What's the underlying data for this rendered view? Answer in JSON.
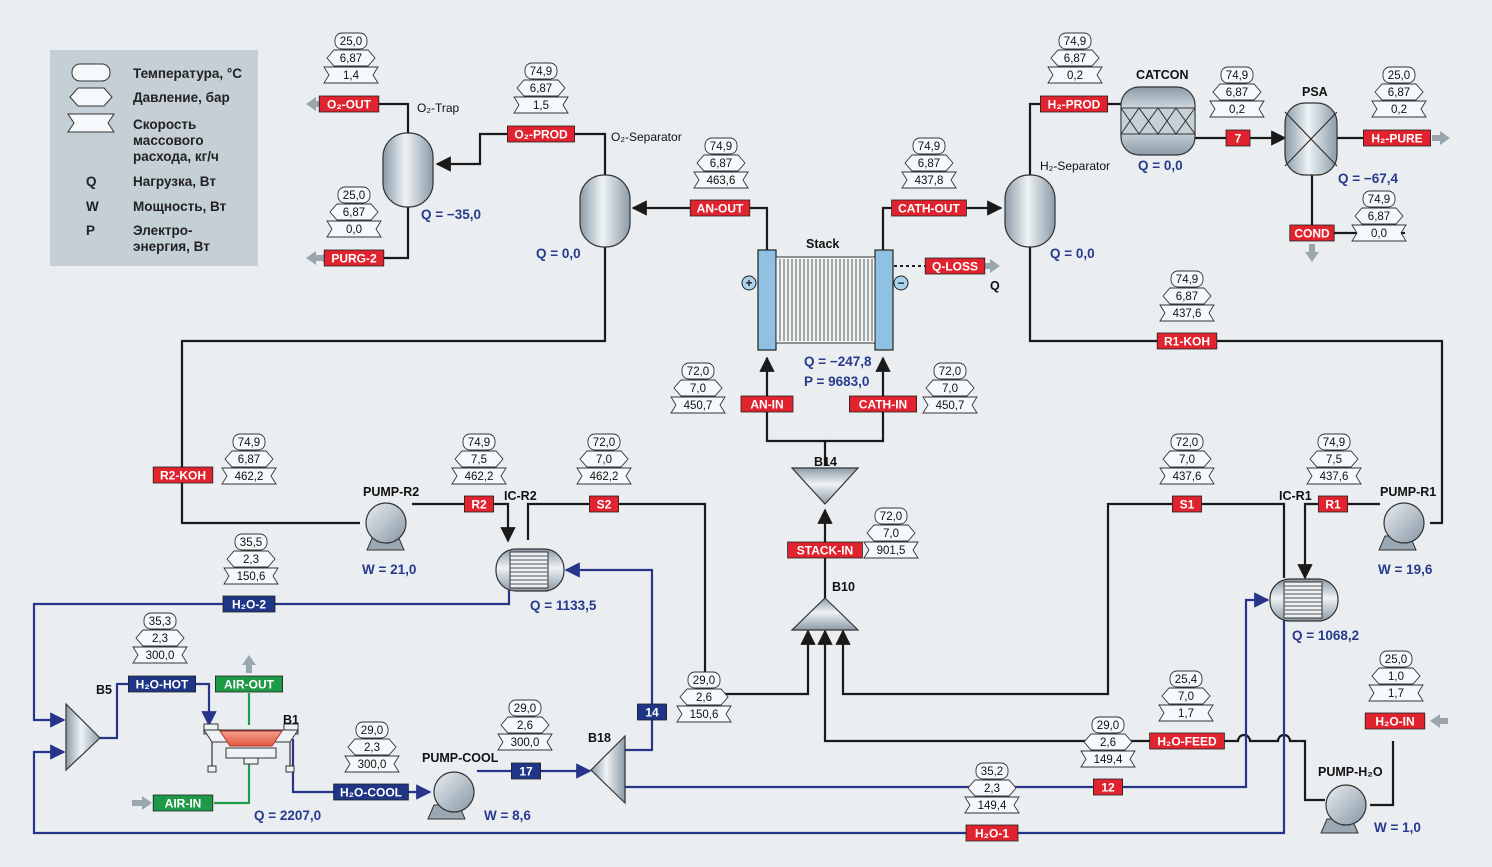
{
  "legend": {
    "temperature": "Температура, °C",
    "pressure": "Давление, бар",
    "flow": [
      "Скорость",
      "массового",
      "расхода, кг/ч"
    ],
    "q_key": "Q",
    "q_desc": "Нагрузка, Вт",
    "w_key": "W",
    "w_desc": "Мощность, Вт",
    "p_key": "P",
    "p_desc": [
      "Электро-",
      "энергия, Вт"
    ]
  },
  "streams": {
    "o2_out": {
      "label": "O₂-OUT",
      "t": "25,0",
      "p": "6,87",
      "f": "1,4"
    },
    "purg2": {
      "label": "PURG-2",
      "t": "25,0",
      "p": "6,87",
      "f": "0,0"
    },
    "o2_prod": {
      "label": "O₂-PROD",
      "t": "74,9",
      "p": "6,87",
      "f": "1,5"
    },
    "an_out": {
      "label": "AN-OUT",
      "t": "74,9",
      "p": "6,87",
      "f": "463,6"
    },
    "cath_out": {
      "label": "CATH-OUT",
      "t": "74,9",
      "p": "6,87",
      "f": "437,8"
    },
    "h2_prod": {
      "label": "H₂-PROD",
      "t": "74,9",
      "p": "6,87",
      "f": "0,2"
    },
    "s7": {
      "label": "7",
      "t": "74,9",
      "p": "6,87",
      "f": "0,2"
    },
    "h2_pure": {
      "label": "H₂-PURE",
      "t": "25,0",
      "p": "6,87",
      "f": "0,2"
    },
    "cond": {
      "label": "COND",
      "t": "74,9",
      "p": "6,87",
      "f": "0,0"
    },
    "q_loss": {
      "label": "Q-LOSS"
    },
    "r1_koh": {
      "label": "R1-KOH",
      "t": "74,9",
      "p": "6,87",
      "f": "437,6"
    },
    "an_in": {
      "label": "AN-IN",
      "t": "72,0",
      "p": "7,0",
      "f": "450,7"
    },
    "cath_in": {
      "label": "CATH-IN",
      "t": "72,0",
      "p": "7,0",
      "f": "450,7"
    },
    "r2_koh": {
      "label": "R2-KOH",
      "t": "74,9",
      "p": "6,87",
      "f": "462,2"
    },
    "r2": {
      "label": "R2",
      "t": "74,9",
      "p": "7,5",
      "f": "462,2"
    },
    "s2": {
      "label": "S2",
      "t": "72,0",
      "p": "7,0",
      "f": "462,2"
    },
    "s1": {
      "label": "S1",
      "t": "72,0",
      "p": "7,0",
      "f": "437,6"
    },
    "r1": {
      "label": "R1",
      "t": "74,9",
      "p": "7,5",
      "f": "437,6"
    },
    "stack_in": {
      "label": "STACK-IN",
      "t": "72,0",
      "p": "7,0",
      "f": "901,5"
    },
    "h2o_2": {
      "label": "H₂O-2",
      "t": "35,5",
      "p": "2,3",
      "f": "150,6"
    },
    "h2o_hot": {
      "label": "H₂O-HOT",
      "t": "35,3",
      "p": "2,3",
      "f": "300,0"
    },
    "air_out": {
      "label": "AIR-OUT"
    },
    "air_in": {
      "label": "AIR-IN"
    },
    "h2o_cool": {
      "label": "H₂O-COOL",
      "t": "29,0",
      "p": "2,3",
      "f": "300,0"
    },
    "s17": {
      "label": "17",
      "t": "29,0",
      "p": "2,6",
      "f": "300,0"
    },
    "s14": {
      "label": "14",
      "t": "29,0",
      "p": "2,6",
      "f": "150,6"
    },
    "s12": {
      "label": "12",
      "t": "29,0",
      "p": "2,6",
      "f": "149,4"
    },
    "h2o_feed": {
      "label": "H₂O-FEED",
      "t": "25,4",
      "p": "7,0",
      "f": "1,7"
    },
    "h2o_1": {
      "label": "H₂O-1",
      "t": "35,2",
      "p": "2,3",
      "f": "149,4"
    },
    "h2o_in": {
      "label": "H₂O-IN",
      "t": "25,0",
      "p": "1,0",
      "f": "1,7"
    }
  },
  "blocks": {
    "o2_trap": {
      "name": "O₂-Trap",
      "q": "Q = −35,0"
    },
    "o2_sep": {
      "name": "O₂-Separator",
      "q": "Q = 0,0"
    },
    "stack": {
      "name": "Stack",
      "q": "Q = −247,8",
      "p": "P = 9683,0"
    },
    "h2_sep": {
      "name": "H₂-Separator",
      "q": "Q = 0,0"
    },
    "catcon": {
      "name": "CATCON",
      "q": "Q = 0,0"
    },
    "psa": {
      "name": "PSA",
      "q": "Q = −67,4"
    },
    "pump_r2": {
      "name": "PUMP-R2",
      "w": "W = 21,0"
    },
    "ic_r2": {
      "name": "IC-R2",
      "q": "Q = 1133,5"
    },
    "b14": {
      "name": "B14"
    },
    "b10": {
      "name": "B10"
    },
    "ic_r1": {
      "name": "IC-R1",
      "q": "Q = 1068,2"
    },
    "pump_r1": {
      "name": "PUMP-R1",
      "w": "W = 19,6"
    },
    "b5": {
      "name": "B5"
    },
    "b1": {
      "name": "B1",
      "q": "Q = 2207,0"
    },
    "pump_cool": {
      "name": "PUMP-COOL",
      "w": "W = 8,6"
    },
    "b18": {
      "name": "B18"
    },
    "pump_h2o": {
      "name": "PUMP-H₂O",
      "w": "W = 1,0"
    },
    "q_tag": "Q"
  },
  "colors": {
    "stream_red": "#e0232e",
    "stream_blue": "#1f3687",
    "stream_green": "#1e9a47",
    "water_line": "#27358a",
    "q_text": "#273a8e"
  }
}
